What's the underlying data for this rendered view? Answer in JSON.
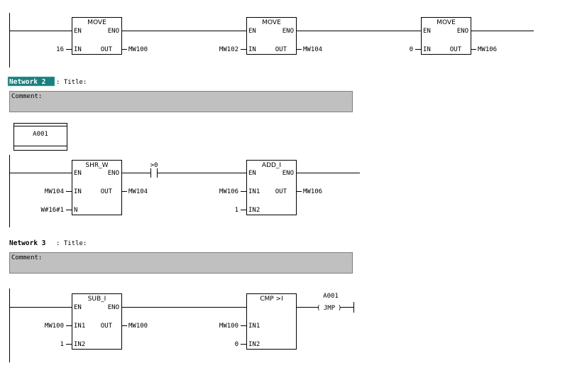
{
  "network1": {
    "move1": {
      "title": "MOVE",
      "en": "EN",
      "eno": "ENO",
      "in_pin": "IN",
      "out_pin": "OUT",
      "in_val": "16",
      "out_val": "MW100"
    },
    "move2": {
      "title": "MOVE",
      "en": "EN",
      "eno": "ENO",
      "in_pin": "IN",
      "out_pin": "OUT",
      "in_val": "MW102",
      "out_val": "MW104"
    },
    "move3": {
      "title": "MOVE",
      "en": "EN",
      "eno": "ENO",
      "in_pin": "IN",
      "out_pin": "OUT",
      "in_val": "0",
      "out_val": "MW106"
    }
  },
  "network2": {
    "header_label": "Network 2",
    "title_label": ": Title:",
    "comment_label": "Comment:",
    "label_box": "A001",
    "shr": {
      "title": "SHR_W",
      "en": "EN",
      "eno": "ENO",
      "in_pin": "IN",
      "out_pin": "OUT",
      "n_pin": "N",
      "in_val": "MW104",
      "out_val": "MW104",
      "n_val": "W#16#1"
    },
    "contact": {
      "label": ">0"
    },
    "add": {
      "title": "ADD_I",
      "en": "EN",
      "eno": "ENO",
      "in1_pin": "IN1",
      "in2_pin": "IN2",
      "out_pin": "OUT",
      "in1_val": "MW106",
      "in2_val": "1",
      "out_val": "MW106"
    }
  },
  "network3": {
    "header_label": "Network 3",
    "title_label": ": Title:",
    "comment_label": "Comment:",
    "sub": {
      "title": "SUB_I",
      "en": "EN",
      "eno": "ENO",
      "in1_pin": "IN1",
      "in2_pin": "IN2",
      "out_pin": "OUT",
      "in1_val": "MW100",
      "in2_val": "1",
      "out_val": "MW100"
    },
    "cmp": {
      "title": "CMP >I",
      "in1_pin": "IN1",
      "in2_pin": "IN2",
      "in1_val": "MW100",
      "in2_val": "0"
    },
    "jmp": {
      "label": "A001",
      "coil": "JMP"
    }
  }
}
